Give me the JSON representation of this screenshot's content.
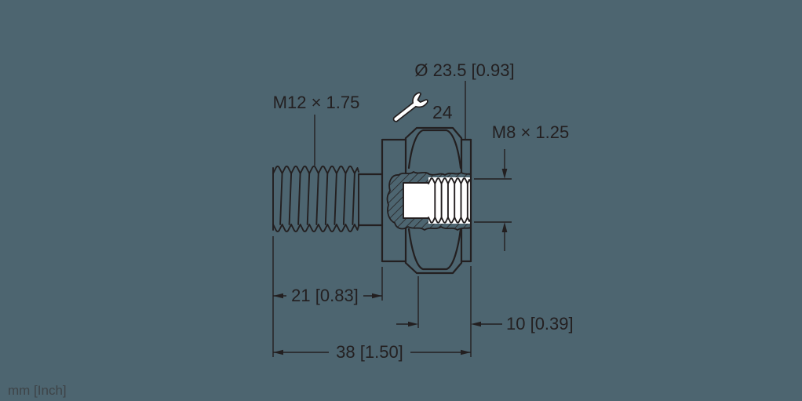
{
  "labels": {
    "male_thread": "M12 × 1.75",
    "female_thread": "M8 × 1.25",
    "flange_diameter": "Ø 23.5 [0.93]",
    "wrench_size": "24"
  },
  "dimensions": {
    "thread_length": "21 [0.83]",
    "overall_length": "38 [1.50]",
    "hex_length": "10 [0.39]"
  },
  "footer": {
    "units_note": "mm [Inch]"
  },
  "icons": {
    "wrench_icon": "open-end-wrench"
  },
  "colors": {
    "background": "#4d6570",
    "line": "#231f20",
    "fill_white": "#ffffff",
    "units_text": "#3e4448"
  }
}
